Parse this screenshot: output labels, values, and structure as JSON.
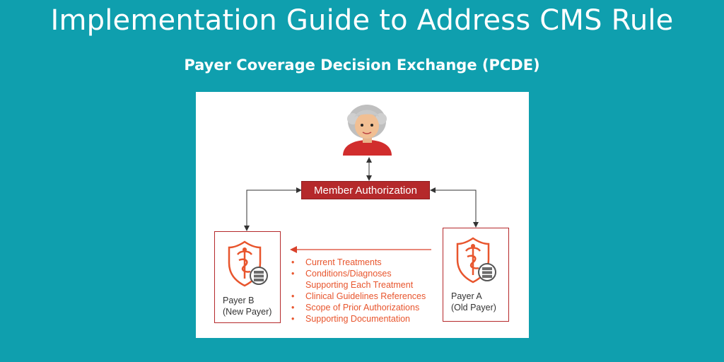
{
  "header": {
    "title": "Implementation Guide to Address CMS Rule",
    "subtitle": "Payer Coverage Decision Exchange (PCDE)"
  },
  "diagram": {
    "member_icon": "member-avatar-icon",
    "authorization_label": "Member Authorization",
    "payer_b": {
      "name": "Payer B",
      "note": "(New Payer)",
      "icon": "medical-shield-icon"
    },
    "payer_a": {
      "name": "Payer A",
      "note": "(Old Payer)",
      "icon": "medical-shield-icon"
    },
    "exchange_items": [
      {
        "line1": "Current Treatments"
      },
      {
        "line1": "Conditions/Diagnoses",
        "line2": "Supporting Each Treatment"
      },
      {
        "line1": "Clinical Guidelines References"
      },
      {
        "line1": "Scope of Prior Authorizations"
      },
      {
        "line1": "Supporting Documentation"
      }
    ],
    "colors": {
      "background": "#0f9fae",
      "accent_red": "#b5292b",
      "list_orange": "#e8552d"
    }
  }
}
